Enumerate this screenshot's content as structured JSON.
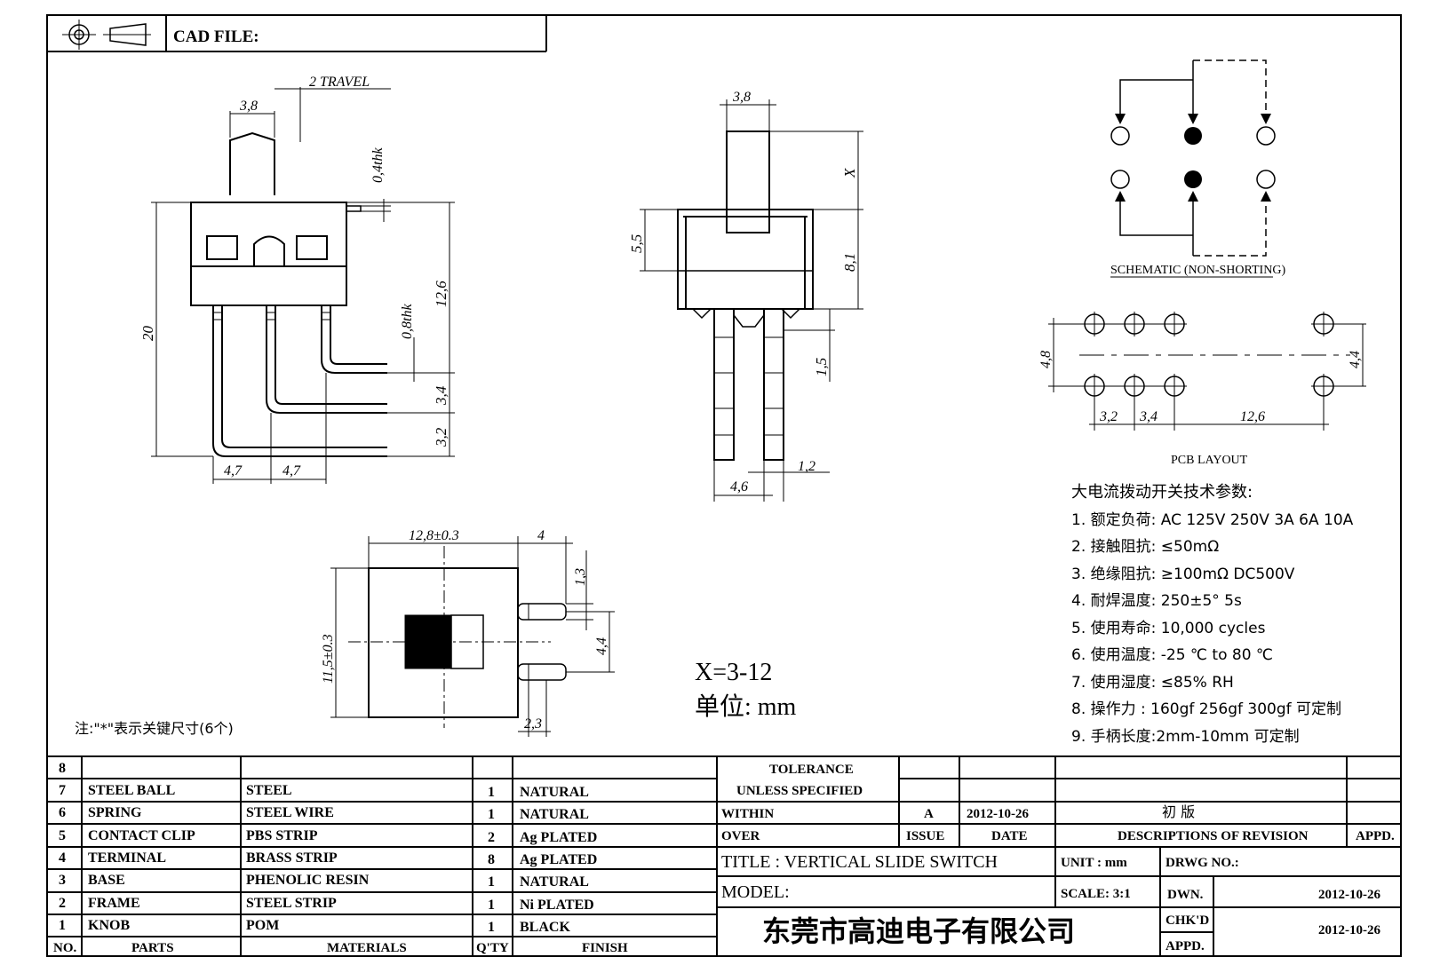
{
  "header": {
    "cad_file_label": "CAD FILE:",
    "projection_symbol": "first-angle-projection-icon"
  },
  "side_view": {
    "dim_width": "3,8",
    "dim_travel": "2 TRAVEL",
    "dim_thk_top": "0,4thk",
    "dim_thk_mid": "0,8thk",
    "dim_height": "20",
    "dim_126": "12,6",
    "dim_34": "3,4",
    "dim_32": "3,2",
    "dim_pitch_a": "4,7",
    "dim_pitch_b": "4,7"
  },
  "front_view": {
    "dim_width": "3,8",
    "dim_x": "X",
    "dim_55": "5,5",
    "dim_81": "8,1",
    "dim_15": "1,5",
    "dim_12": "1,2",
    "dim_46": "4,6"
  },
  "top_view": {
    "dim_width": "12,8±0.3",
    "dim_4": "4",
    "dim_13": "1,3",
    "dim_height": "11,5±0.3",
    "dim_44": "4,4",
    "dim_23": "2,3"
  },
  "schematic": {
    "label": "SCHEMATIC (NON-SHORTING)"
  },
  "pcb": {
    "label": "PCB LAYOUT",
    "dim_48": "4,8",
    "dim_44": "4,4",
    "dim_32": "3,2",
    "dim_34": "3,4",
    "dim_126": "12,6"
  },
  "notes": {
    "x_range": "X=3-12",
    "unit": "单位: mm",
    "key_dims": "注:\"*\"表示关键尺寸(6个)"
  },
  "specs": {
    "title": "大电流拨动开关技术参数:",
    "items": [
      "1.  额定负荷: AC 125V 250V    3A    6A    10A",
      "2.    接触阻抗: ≤50mΩ",
      "3.  绝缘阻抗: ≥100mΩ    DC500V",
      "4.    耐焊温度: 250±5°   5s",
      "5.  使用寿命: 10,000 cycles",
      "6.    使用温度: -25  ℃  to 80  ℃",
      "7.  使用湿度: ≤85% RH",
      "8.    操作力 : 160gf    256gf    300gf   可定制",
      "9.  手柄长度:2mm-10mm   可定制"
    ]
  },
  "bom": {
    "headers": [
      "NO.",
      "PARTS",
      "MATERIALS",
      "Q'TY",
      "FINISH"
    ],
    "rows": [
      [
        "8",
        "",
        "",
        "",
        ""
      ],
      [
        "7",
        "STEEL BALL",
        "STEEL",
        "1",
        "NATURAL"
      ],
      [
        "6",
        "SPRING",
        "STEEL WIRE",
        "1",
        "NATURAL"
      ],
      [
        "5",
        "CONTACT CLIP",
        "PBS STRIP",
        "2",
        "Ag PLATED"
      ],
      [
        "4",
        "TERMINAL",
        "BRASS STRIP",
        "8",
        "Ag PLATED"
      ],
      [
        "3",
        "BASE",
        "PHENOLIC RESIN",
        "1",
        "NATURAL"
      ],
      [
        "2",
        "FRAME",
        "STEEL STRIP",
        "1",
        "Ni PLATED"
      ],
      [
        "1",
        "KNOB",
        "POM",
        "1",
        "BLACK"
      ]
    ]
  },
  "title_block": {
    "tolerance": "TOLERANCE",
    "unless": "UNLESS   SPECIFIED",
    "within": "WITHIN",
    "over": "OVER",
    "issue_value": "A",
    "date_value": "2012-10-26",
    "revision_value": "初  版",
    "issue_label": "ISSUE",
    "date_label": "DATE",
    "desc_label": "DESCRIPTIONS  OF  REVISION",
    "appd_label": "APPD.",
    "title": "TITLE :   VERTICAL  SLIDE  SWITCH",
    "unit": "UNIT :   mm",
    "drwg": "DRWG  NO.:",
    "model": "MODEL:",
    "scale": "SCALE:   3:1",
    "dwn": "DWN.",
    "dwn_date": "2012-10-26",
    "chkd": "CHK'D",
    "chk_date": "2012-10-26",
    "appd2": "APPD.",
    "company": "东莞市高迪电子有限公司"
  }
}
